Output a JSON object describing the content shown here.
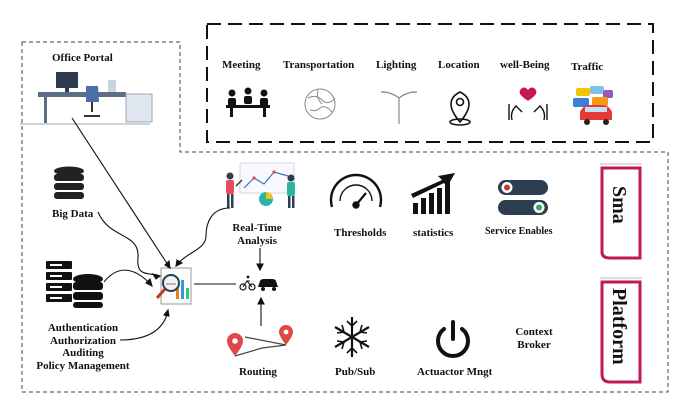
{
  "office_portal": "Office Portal",
  "services": {
    "meeting": "Meeting",
    "transportation": "Transportation",
    "lighting": "Lighting",
    "location": "Location",
    "wellbeing": "well-Being",
    "traffic": "Traffic"
  },
  "big_data": "Big Data",
  "real_time": [
    "Real-Time",
    "Analysis"
  ],
  "thresholds": "Thresholds",
  "statistics": "statistics",
  "service_enables": "Service Enables",
  "auth": [
    "Authentication",
    "Authorization",
    "Auditing",
    "Policy Management"
  ],
  "routing": "Routing",
  "pubsub": "Pub/Sub",
  "actuator": "Actuactor Mngt",
  "context_broker": [
    "Context",
    "Broker"
  ],
  "tab_top": "Sma",
  "tab_bottom": "Platform",
  "colors": {
    "accent": "#c2185b",
    "ink": "#111111"
  }
}
